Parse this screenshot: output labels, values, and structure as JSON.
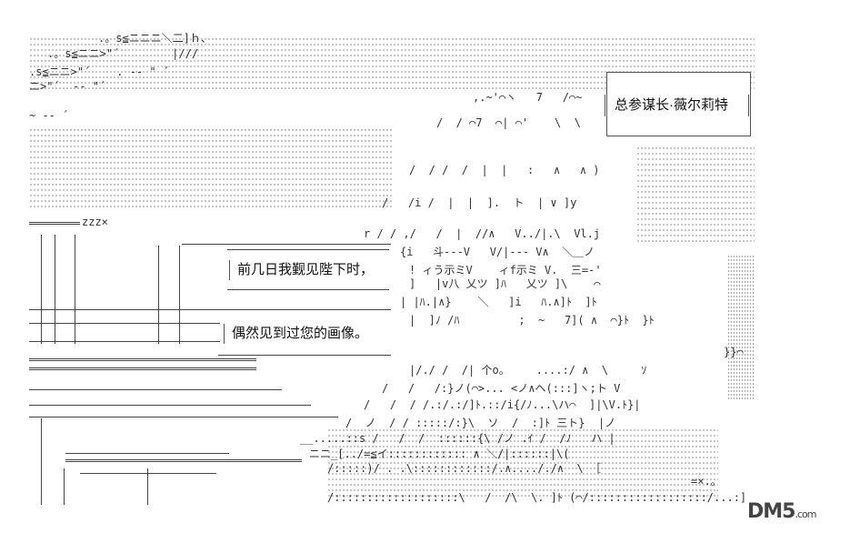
{
  "title_caption": "总参谋长·薇尔莉特",
  "speech_line_1": "前几日我觐见陛下时，",
  "speech_line_2": "偶然见到过您的画像。",
  "sleep_text": "zzz×",
  "logo": {
    "main": "DM5",
    "suffix": ".com"
  }
}
